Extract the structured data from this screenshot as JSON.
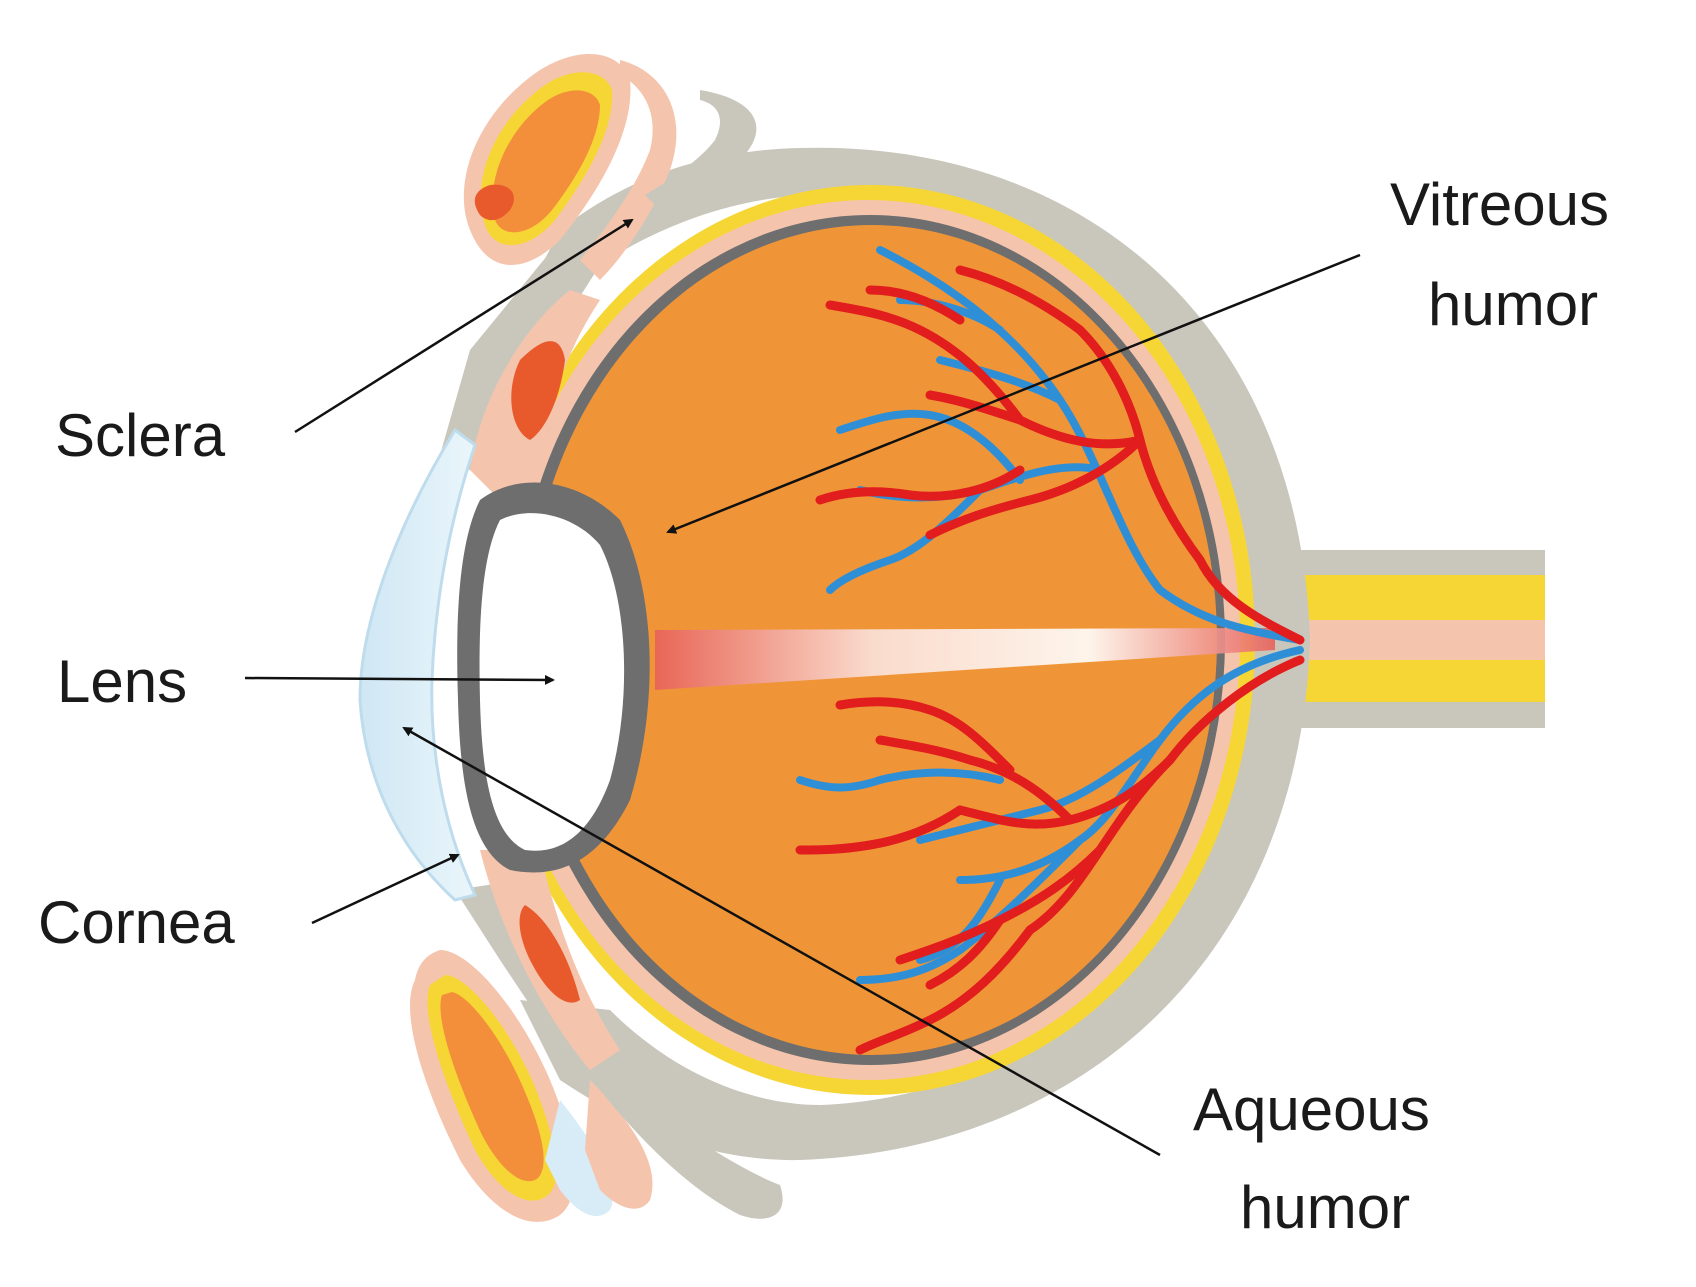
{
  "labels": {
    "sclera": "Sclera",
    "lens": "Lens",
    "cornea": "Cornea",
    "vitreous_line1": "Vitreous",
    "vitreous_line2": "humor",
    "aqueous_line1": "Aqueous",
    "aqueous_line2": "humor"
  },
  "colors": {
    "vitreous": "#f09537",
    "sclera": "#c9c7bc",
    "choroid_yellow": "#f6d635",
    "retina_pink": "#f5c4ad",
    "inner_wall": "#6e6e6e",
    "cornea": "#d7ecf6",
    "lens": "#ffffff",
    "artery": "#e11d1d",
    "vein": "#2f8fd6",
    "eyelid_fat": "#f38f3b",
    "muscle": "#e85a2c"
  }
}
